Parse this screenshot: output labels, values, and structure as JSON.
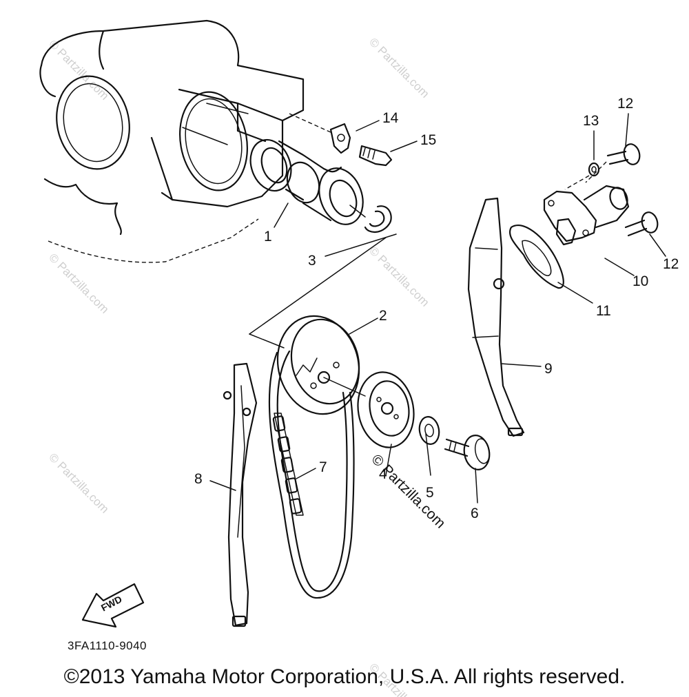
{
  "diagram": {
    "callouts": [
      {
        "id": "1",
        "label": "1"
      },
      {
        "id": "2",
        "label": "2"
      },
      {
        "id": "3",
        "label": "3"
      },
      {
        "id": "4",
        "label": "4"
      },
      {
        "id": "5",
        "label": "5"
      },
      {
        "id": "6",
        "label": "6"
      },
      {
        "id": "7",
        "label": "7"
      },
      {
        "id": "8",
        "label": "8"
      },
      {
        "id": "9",
        "label": "9"
      },
      {
        "id": "10",
        "label": "10"
      },
      {
        "id": "11",
        "label": "11"
      },
      {
        "id": "12a",
        "label": "12"
      },
      {
        "id": "12b",
        "label": "12"
      },
      {
        "id": "13",
        "label": "13"
      },
      {
        "id": "14",
        "label": "14"
      },
      {
        "id": "15",
        "label": "15"
      }
    ],
    "fwd_arrow_label": "FWD",
    "diagram_code": "3FA1110-9040",
    "watermark": "© Partzilla.com",
    "copyright": "©2013 Yamaha Motor Corporation, U.S.A. All rights reserved."
  }
}
